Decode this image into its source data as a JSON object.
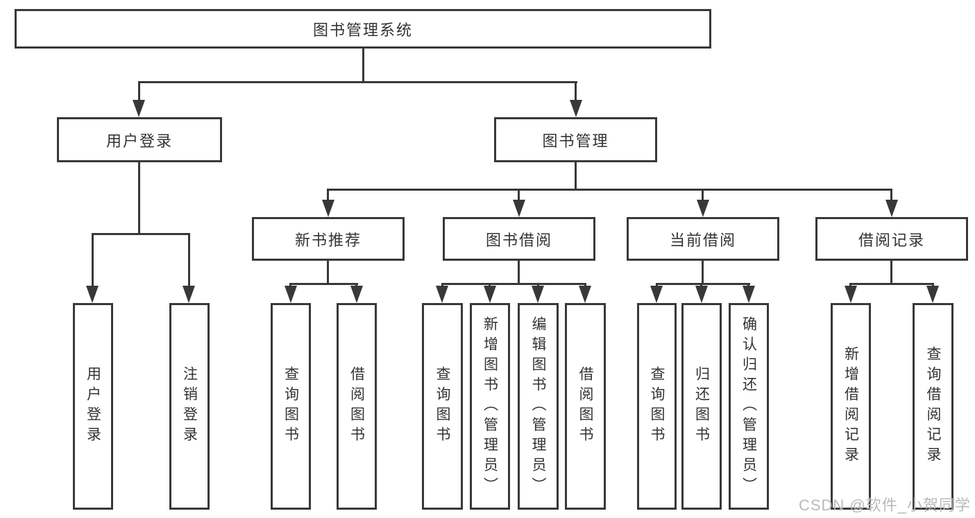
{
  "watermark": {
    "text": "CSDN @软件_小贺同学"
  },
  "colors": {
    "line": "#383838",
    "text": "#333333",
    "background": "#ffffff",
    "watermark": "#b9b9b9"
  },
  "diagram": {
    "type": "tree",
    "tree": {
      "label": "图书管理系统",
      "children": [
        {
          "label": "用户登录",
          "children": [
            {
              "label": "用户登录"
            },
            {
              "label": "注销登录"
            }
          ]
        },
        {
          "label": "图书管理",
          "children": [
            {
              "label": "新书推荐",
              "children": [
                {
                  "label": "查询图书"
                },
                {
                  "label": "借阅图书"
                }
              ]
            },
            {
              "label": "图书借阅",
              "children": [
                {
                  "label": "查询图书"
                },
                {
                  "label": "新增图书（管理员）"
                },
                {
                  "label": "编辑图书（管理员）"
                },
                {
                  "label": "借阅图书"
                }
              ]
            },
            {
              "label": "当前借阅",
              "children": [
                {
                  "label": "查询图书"
                },
                {
                  "label": "归还图书"
                },
                {
                  "label": "确认归还（管理员）"
                }
              ]
            },
            {
              "label": "借阅记录",
              "children": [
                {
                  "label": "新增借阅记录"
                },
                {
                  "label": "查询借阅记录"
                }
              ]
            }
          ]
        }
      ]
    }
  }
}
